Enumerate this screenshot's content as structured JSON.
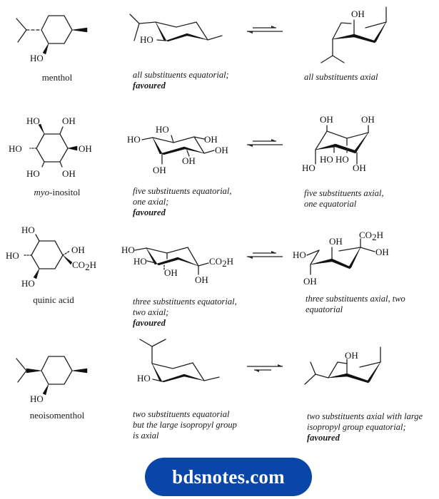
{
  "rows": [
    {
      "compound": "menthol",
      "compound_prefix": "",
      "equatorial_caption": "all substituents equatorial;",
      "equatorial_favoured": "favoured",
      "axial_caption": "all substituents axial",
      "axial_favoured": "",
      "equilibrium": "favours-left"
    },
    {
      "compound": "-inositol",
      "compound_prefix": "myo",
      "equatorial_caption_line1": "five substituents equatorial,",
      "equatorial_caption_line2": "one axial;",
      "equatorial_favoured": "favoured",
      "axial_caption_line1": "five substituents axial,",
      "axial_caption_line2": "one equatorial",
      "equilibrium": "favours-left"
    },
    {
      "compound": "quinic acid",
      "equatorial_caption_line1": "three substituents equatorial,",
      "equatorial_caption_line2": "two axial;",
      "equatorial_favoured": "favoured",
      "axial_caption_line1": "three substituents axial, two",
      "axial_caption_line2": "equatorial",
      "equilibrium": "favours-left"
    },
    {
      "compound": "neoisomenthol",
      "equatorial_caption_line1": "two substituents equatorial",
      "equatorial_caption_line2": "but the large isopropyl group",
      "equatorial_caption_line3": "is axial",
      "axial_caption_line1": "two substituents axial with large",
      "axial_caption_line2": "isopropyl group equatorial;",
      "axial_favoured": "favoured",
      "equilibrium": "favours-right"
    }
  ],
  "labels": {
    "HO": "HO",
    "OH": "OH",
    "CO2H_main": "CO",
    "CO2H_sub": "2",
    "CO2H_tail": "H"
  },
  "watermark": {
    "text": "bdsnotes.com",
    "color": "#0a46a8"
  }
}
